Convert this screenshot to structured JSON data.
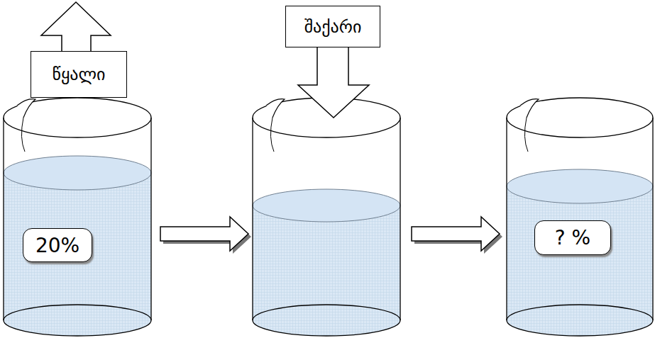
{
  "diagram": {
    "nodes": [
      {
        "text": [
          "წყალი"
        ]
      },
      {
        "text": [
          "შაქარი"
        ]
      },
      {
        "text": [
          "20%"
        ]
      },
      {
        "text": [
          "? %"
        ]
      }
    ]
  }
}
